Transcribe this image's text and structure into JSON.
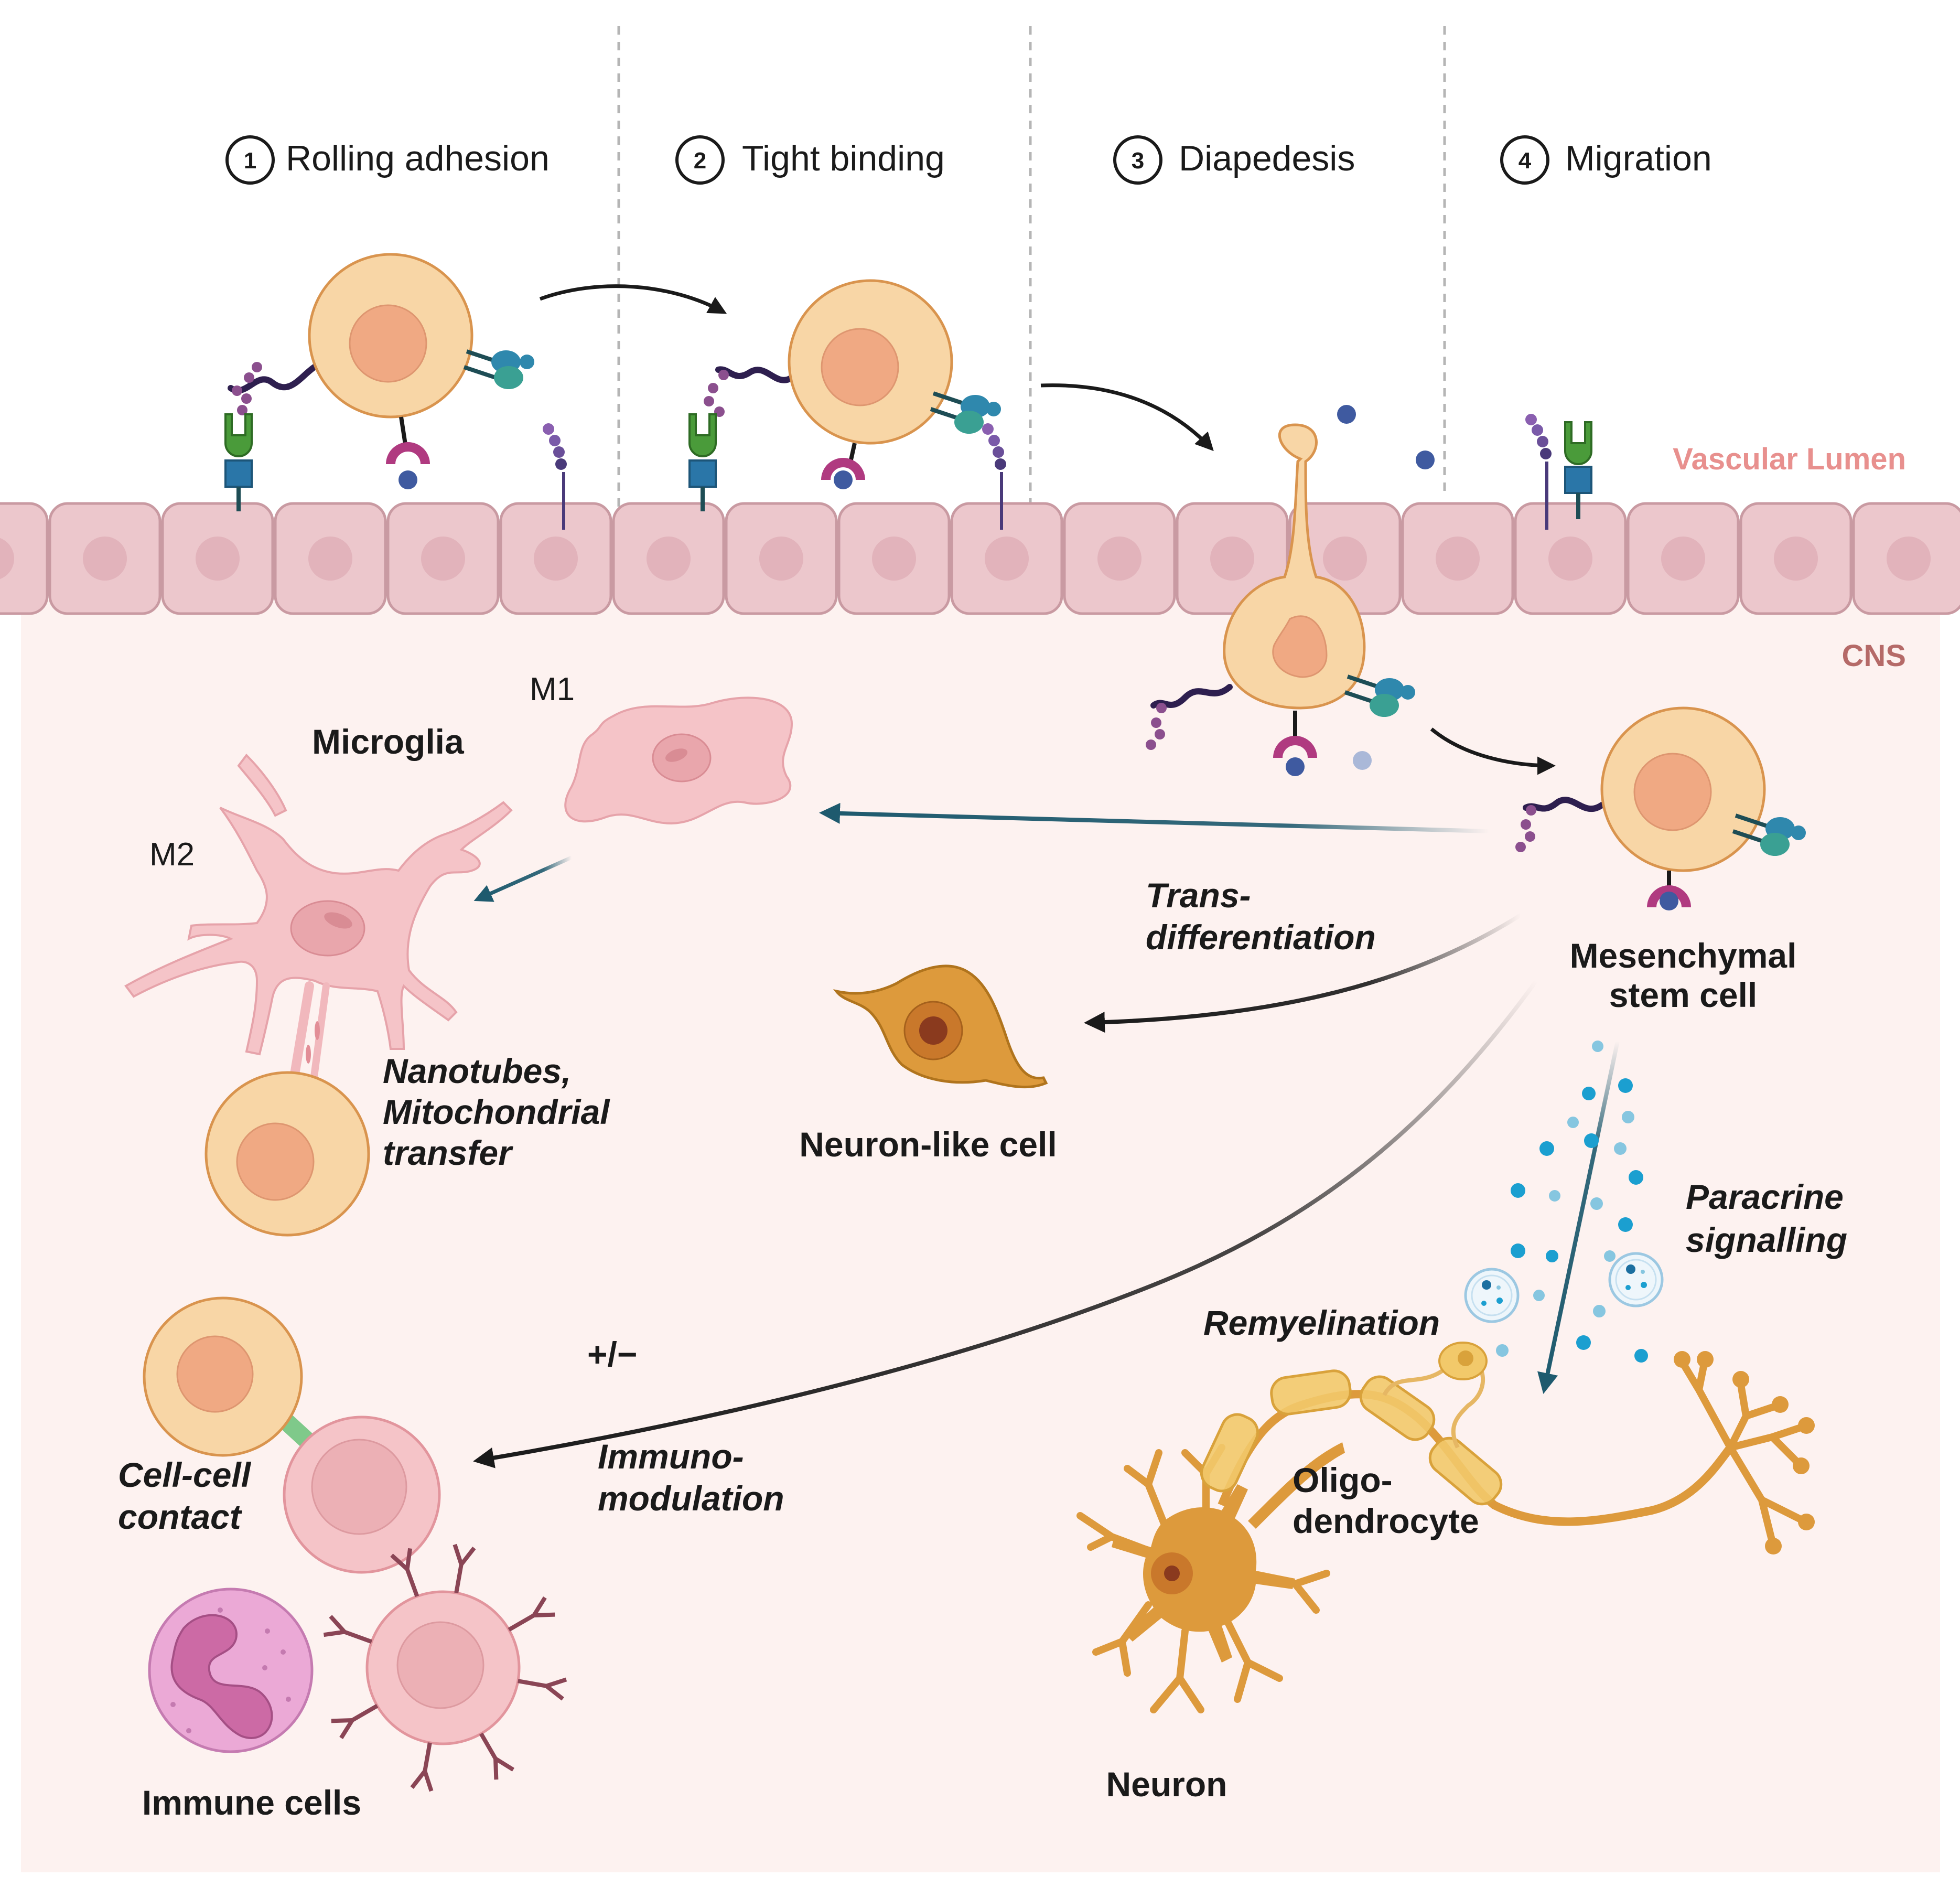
{
  "steps": [
    {
      "number": "1",
      "label": "Rolling adhesion"
    },
    {
      "number": "2",
      "label": "Tight binding"
    },
    {
      "number": "3",
      "label": "Diapedesis"
    },
    {
      "number": "4",
      "label": "Migration"
    }
  ],
  "regions": {
    "lumen": "Vascular Lumen",
    "cns": "CNS"
  },
  "labels": {
    "microglia": "Microglia",
    "m1": "M1",
    "m2": "M2",
    "msc_line1": "Mesenchymal",
    "msc_line2": "stem cell",
    "trans_line1": "Trans-",
    "trans_line2": "differentiation",
    "nanotubes_line1": "Nanotubes,",
    "nanotubes_line2": "Mitochondrial",
    "nanotubes_line3": "transfer",
    "neuron_like": "Neuron-like cell",
    "paracrine_line1": "Paracrine",
    "paracrine_line2": "signalling",
    "remyelination": "Remyelination",
    "plus_minus": "+/−",
    "immuno_line1": "Immuno-",
    "immuno_line2": "modulation",
    "cellcell_line1": "Cell-cell",
    "cellcell_line2": "contact",
    "oligo_line1": "Oligo-",
    "oligo_line2": "dendrocyte",
    "neuron": "Neuron",
    "immune_cells": "Immune cells"
  },
  "colors": {
    "cns_bg": "#fdf2f0",
    "endothelium": "#ecc7cc",
    "endothelium_stroke": "#c99aa2",
    "msc_fill": "#f8d6a6",
    "msc_stroke": "#d9944e",
    "msc_nucleus": "#f0a983",
    "microglia": "#f5c4c8",
    "neuron": "#d9942b",
    "teal_arrow": "#1e5a6e"
  }
}
